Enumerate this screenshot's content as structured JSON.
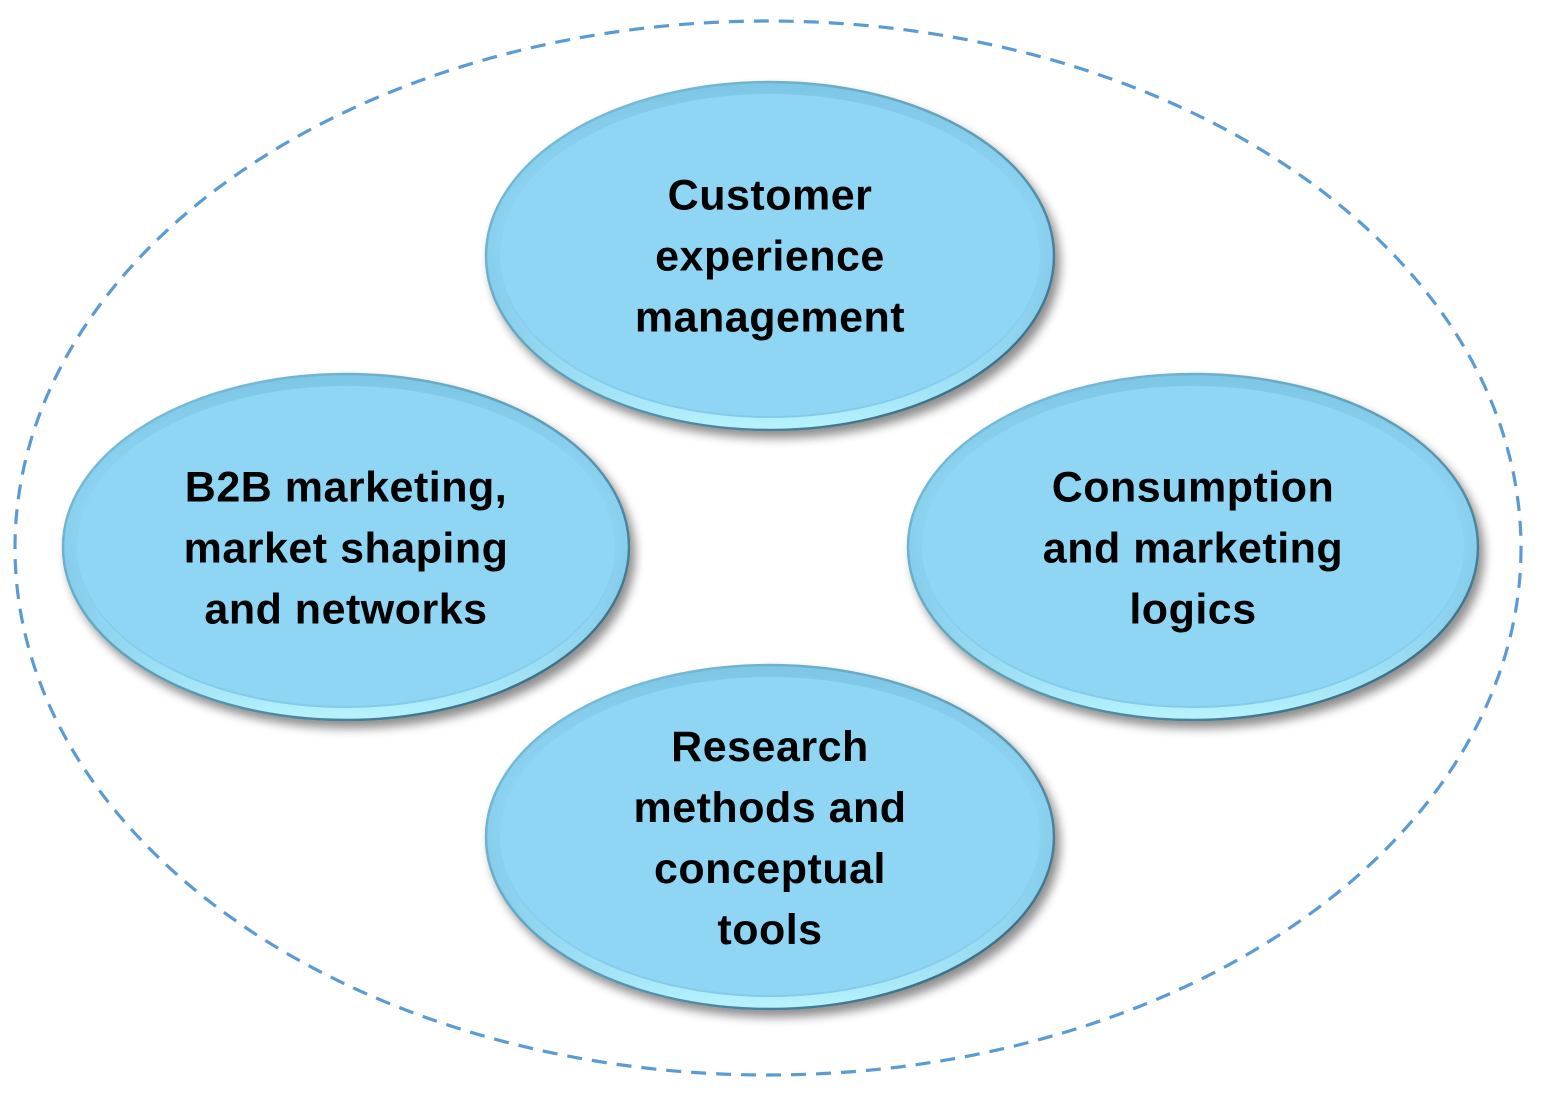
{
  "diagram": {
    "title": "",
    "container": {
      "style": "dashed",
      "stroke_color": "#5B9BD5"
    },
    "bubble_style": {
      "fill_color": "#8FD6F4",
      "rim_highlight_color": "#B8F4FF",
      "edge_color": "#2F5E73",
      "shadow_color": "#7A7A7A"
    },
    "bubbles": [
      {
        "id": "customer-experience-management",
        "position": "top",
        "lines": [
          "Customer",
          "experience",
          "management"
        ]
      },
      {
        "id": "b2b-marketing",
        "position": "left",
        "lines": [
          "B2B marketing,",
          "market shaping",
          "and networks"
        ]
      },
      {
        "id": "consumption-marketing-logics",
        "position": "right",
        "lines": [
          "Consumption",
          "and marketing",
          "logics"
        ]
      },
      {
        "id": "research-methods",
        "position": "bottom",
        "lines": [
          "Research",
          "methods and",
          "conceptual",
          "tools"
        ]
      }
    ]
  }
}
